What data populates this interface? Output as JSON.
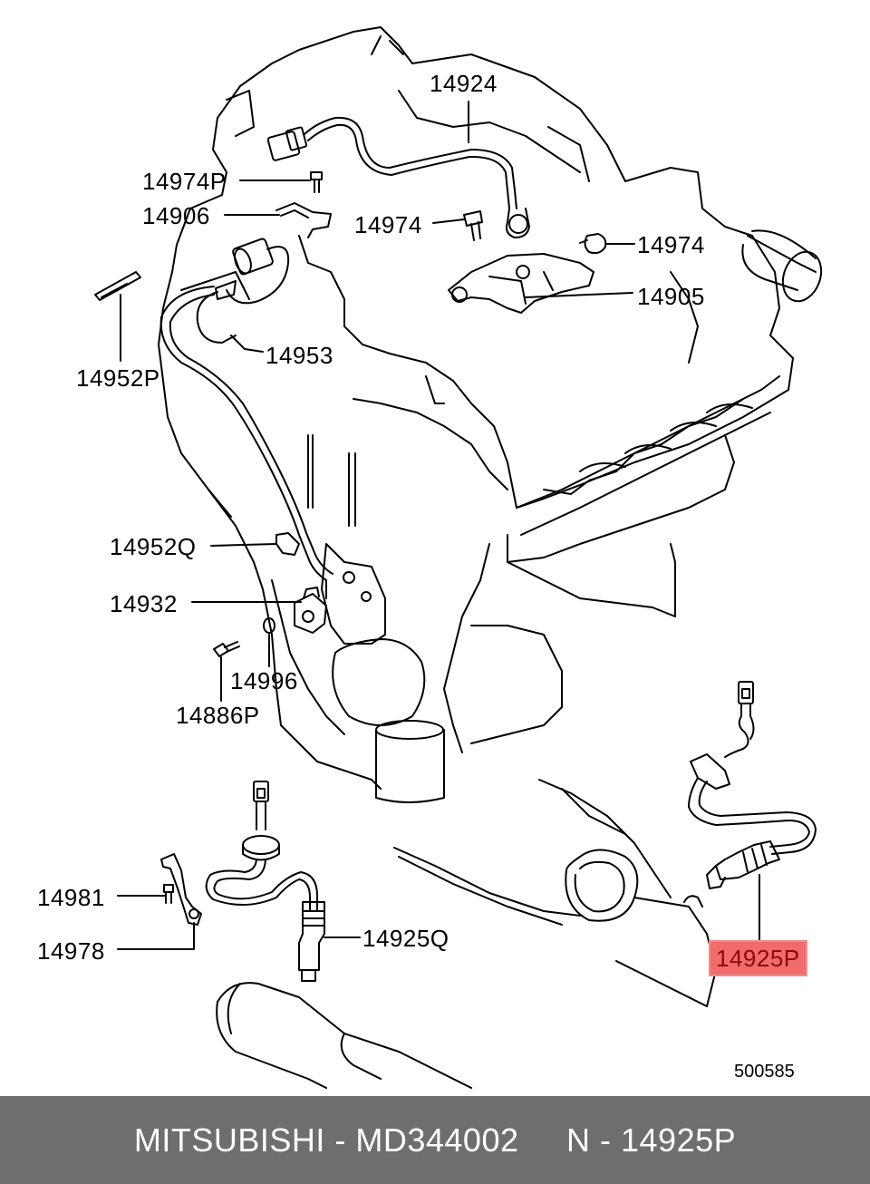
{
  "callouts": {
    "c14924": "14924",
    "c14974p": "14974P",
    "c14906": "14906",
    "c14974a": "14974",
    "c14974b": "14974",
    "c14905": "14905",
    "c14953": "14953",
    "c14952p": "14952P",
    "c14952q": "14952Q",
    "c14932": "14932",
    "c14996": "14996",
    "c14886p": "14886P",
    "c14981": "14981",
    "c14978": "14978",
    "c14925q": "14925Q",
    "c14925p": "14925P"
  },
  "diagram_code": "500585",
  "highlight_color": "#f26b6b",
  "footer": {
    "brand": "MITSUBISHI",
    "sep1": " - ",
    "part_number": "MD344002",
    "gap": "     ",
    "ref_prefix": "N",
    "sep2": " - ",
    "ref_code": "14925P"
  }
}
